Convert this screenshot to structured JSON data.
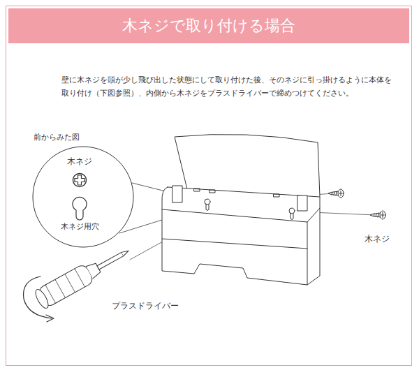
{
  "diagram": {
    "title": "木ネジで取り付ける場合",
    "nodes": [
      {
        "text": [
          "前からみた図",
          "木ネジ",
          "木ネジ用穴"
        ]
      }
    ],
    "labels": [
      "壁に木ネジを頭が少し飛び出した状態にして取り付けた後、そのネジに引っ掛けるように本体を取り付け（下図参照）、内側から木ネジをプラスドライバーで締めつけてください。",
      "木ネジ",
      "プラスドライバー"
    ]
  }
}
